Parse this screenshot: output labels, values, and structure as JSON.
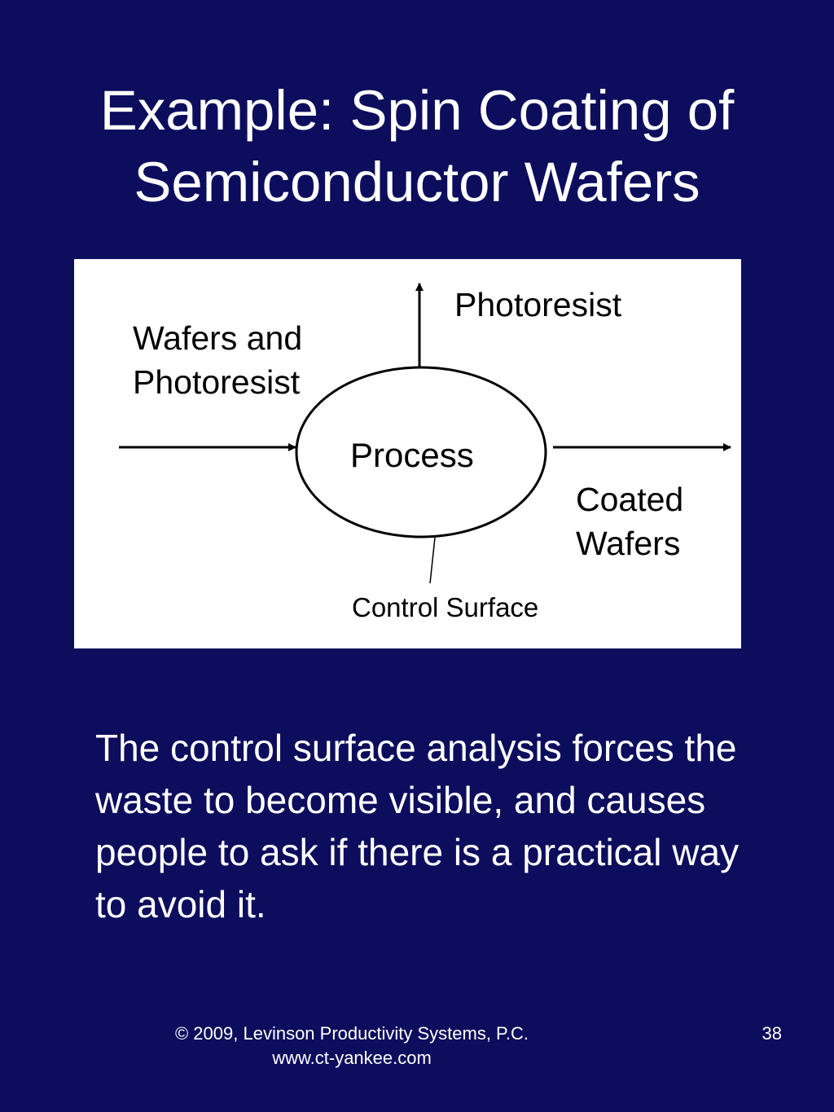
{
  "slide": {
    "title_line1": "Example: Spin Coating of",
    "title_line2": "Semiconductor Wafers"
  },
  "diagram": {
    "input_label_line1": "Wafers and",
    "input_label_line2": "Photoresist",
    "process_label": "Process",
    "waste_output_label": "Photoresist",
    "product_output_label_line1": "Coated",
    "product_output_label_line2": "Wafers",
    "boundary_label": "Control Surface"
  },
  "body_text": "The control surface analysis forces the waste to become visible, and causes people to ask if there is a practical way to avoid it.",
  "footer": {
    "copyright_line1": "© 2009, Levinson Productivity Systems, P.C.",
    "copyright_line2": "www.ct-yankee.com",
    "page_number": "38"
  }
}
